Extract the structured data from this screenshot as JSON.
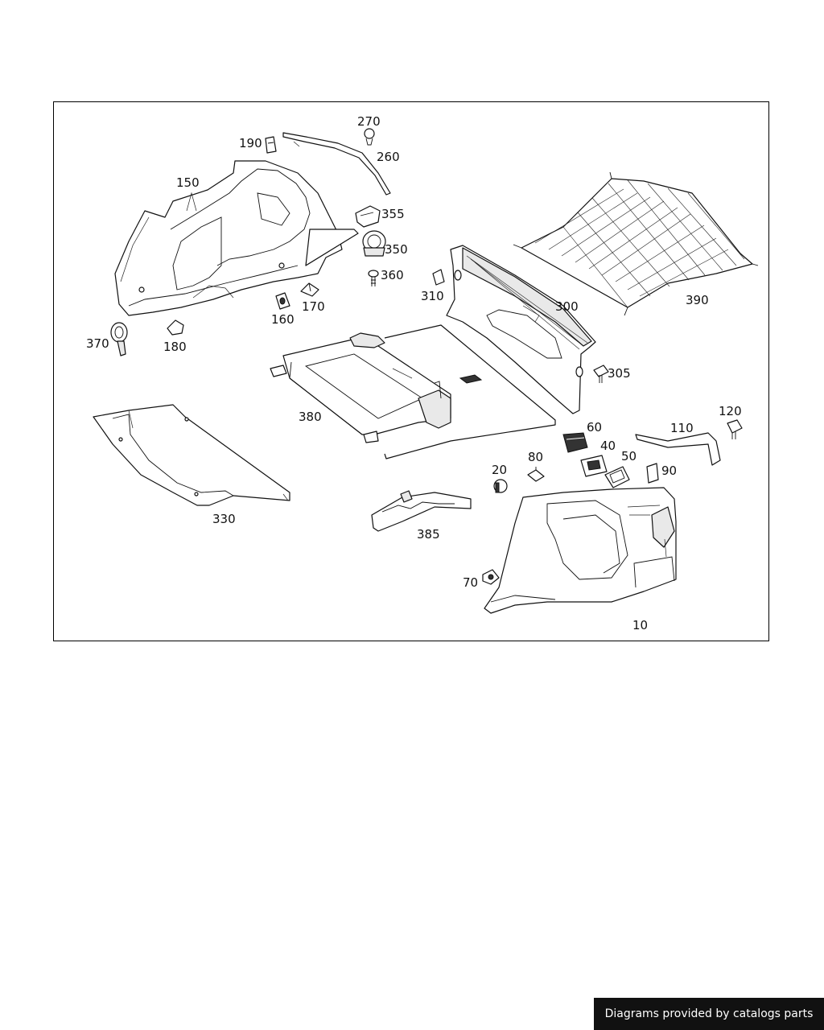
{
  "credit": "Diagrams provided by catalogs parts",
  "callouts": [
    {
      "id": "c10",
      "label": "10"
    },
    {
      "id": "c20",
      "label": "20"
    },
    {
      "id": "c40",
      "label": "40"
    },
    {
      "id": "c50",
      "label": "50"
    },
    {
      "id": "c60",
      "label": "60"
    },
    {
      "id": "c70",
      "label": "70"
    },
    {
      "id": "c80",
      "label": "80"
    },
    {
      "id": "c90",
      "label": "90"
    },
    {
      "id": "c110",
      "label": "110"
    },
    {
      "id": "c120",
      "label": "120"
    },
    {
      "id": "c150",
      "label": "150"
    },
    {
      "id": "c160",
      "label": "160"
    },
    {
      "id": "c170",
      "label": "170"
    },
    {
      "id": "c180",
      "label": "180"
    },
    {
      "id": "c190",
      "label": "190"
    },
    {
      "id": "c260",
      "label": "260"
    },
    {
      "id": "c270",
      "label": "270"
    },
    {
      "id": "c300",
      "label": "300"
    },
    {
      "id": "c305",
      "label": "305"
    },
    {
      "id": "c310",
      "label": "310"
    },
    {
      "id": "c330",
      "label": "330"
    },
    {
      "id": "c350",
      "label": "350"
    },
    {
      "id": "c355",
      "label": "355"
    },
    {
      "id": "c360",
      "label": "360"
    },
    {
      "id": "c370",
      "label": "370"
    },
    {
      "id": "c380",
      "label": "380"
    },
    {
      "id": "c385",
      "label": "385"
    },
    {
      "id": "c390",
      "label": "390"
    }
  ]
}
